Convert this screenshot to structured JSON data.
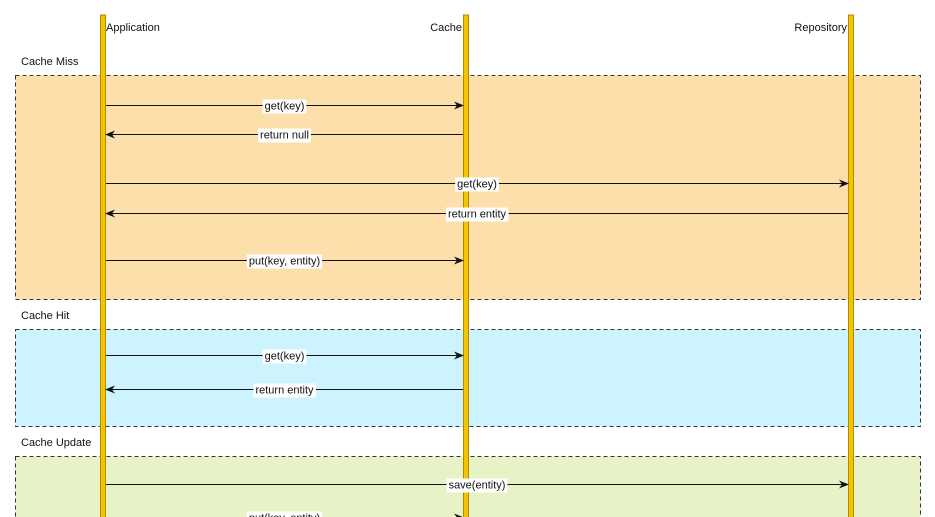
{
  "participants": [
    {
      "id": "app",
      "label": "Application"
    },
    {
      "id": "cache",
      "label": "Cache"
    },
    {
      "id": "repo",
      "label": "Repository"
    }
  ],
  "colors": {
    "lifeline_fill": "#f5c400",
    "lifeline_stroke": "#b08a00",
    "arrow": "#111111",
    "section_border": "#333333"
  },
  "sections": [
    {
      "label": "Cache Miss",
      "fill": "#fddfab",
      "messages": [
        {
          "from": "app",
          "to": "cache",
          "label": "get(key)"
        },
        {
          "from": "cache",
          "to": "app",
          "label": "return null"
        },
        {
          "from": "app",
          "to": "repo",
          "label": "get(key)"
        },
        {
          "from": "repo",
          "to": "app",
          "label": "return entity"
        },
        {
          "from": "app",
          "to": "cache",
          "label": "put(key, entity)"
        }
      ]
    },
    {
      "label": "Cache Hit",
      "fill": "#ccf3fe",
      "messages": [
        {
          "from": "app",
          "to": "cache",
          "label": "get(key)"
        },
        {
          "from": "cache",
          "to": "app",
          "label": "return entity"
        }
      ]
    },
    {
      "label": "Cache Update",
      "fill": "#e7f3c6",
      "messages": [
        {
          "from": "app",
          "to": "repo",
          "label": "save(entity)"
        },
        {
          "from": "app",
          "to": "cache",
          "label": "put(key, entity)"
        }
      ]
    }
  ]
}
